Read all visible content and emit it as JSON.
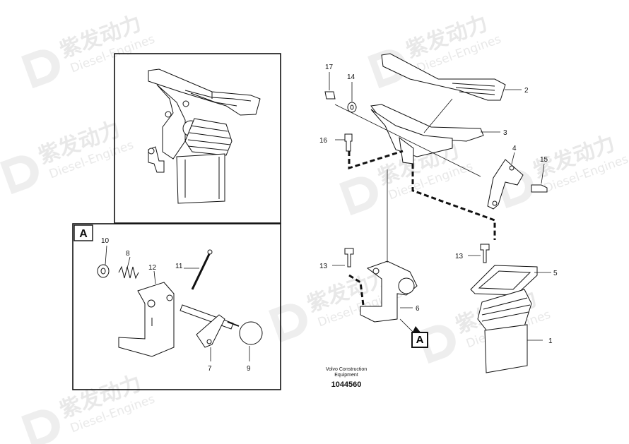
{
  "watermark": {
    "brand_cn": "紫发动力",
    "brand_en": "Diesel-Engines"
  },
  "detail": {
    "marker_label": "A"
  },
  "callouts": {
    "c1": "1",
    "c2": "2",
    "c3": "3",
    "c4": "4",
    "c5": "5",
    "c6": "6",
    "c7": "7",
    "c8": "8",
    "c9": "9",
    "c10": "10",
    "c11": "11",
    "c12": "12",
    "c13a": "13",
    "c13b": "13",
    "c14": "14",
    "c15": "15",
    "c16": "16",
    "c17": "17"
  },
  "footer": {
    "brand": "Volvo Construction\nEquipment",
    "part_number": "1044560"
  }
}
